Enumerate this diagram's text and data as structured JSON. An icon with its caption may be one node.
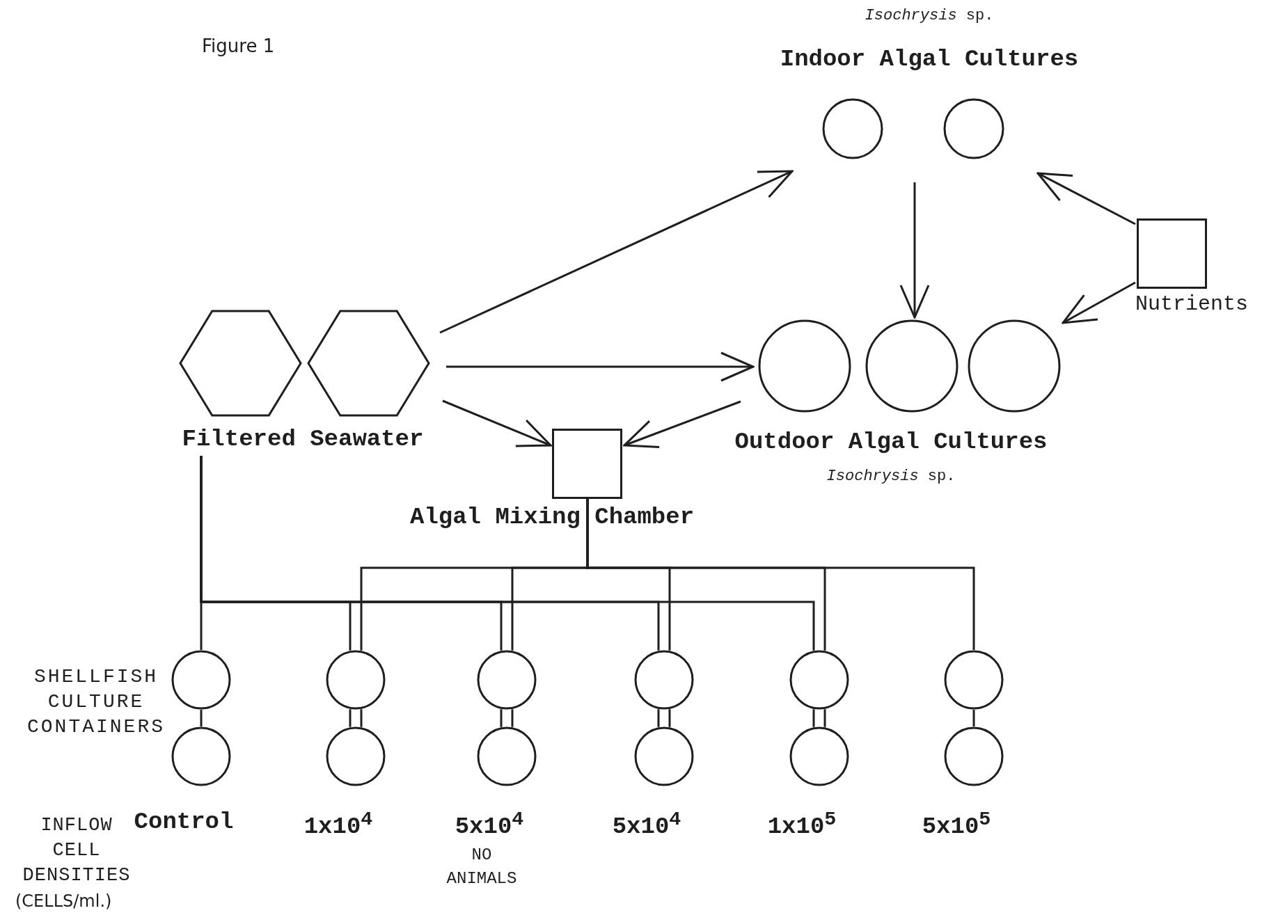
{
  "diagram": {
    "nodes": [
      {
        "text": [
          "Filtered Seawater"
        ]
      },
      {
        "text": [],
        "shape": "hexagon",
        "in": 0
      },
      {
        "text": [],
        "shape": "hexagon",
        "in": 0
      },
      {
        "text": [
          "*Isochrysis* sp.",
          "Indoor Algal Cultures"
        ]
      },
      {
        "text": [],
        "shape": "circle",
        "in": 3
      },
      {
        "text": [],
        "shape": "circle",
        "in": 3
      },
      {
        "text": [
          "Outdoor Algal Cultures",
          "*Isochrysis* sp."
        ]
      },
      {
        "text": [],
        "shape": "circle",
        "in": 6
      },
      {
        "text": [],
        "shape": "circle",
        "in": 6
      },
      {
        "text": [],
        "shape": "circle",
        "in": 6
      },
      {
        "text": [
          "Nutrients"
        ]
      },
      {
        "text": [
          "Algal Mixing Chamber"
        ]
      },
      {
        "text": [],
        "shape": "circle"
      },
      {
        "text": [],
        "shape": "circle"
      },
      {
        "text": [],
        "shape": "circle"
      },
      {
        "text": [],
        "shape": "circle"
      },
      {
        "text": [],
        "shape": "circle"
      },
      {
        "text": [],
        "shape": "circle"
      },
      {
        "text": [],
        "shape": "circle",
        "beside": [
          "Control"
        ]
      },
      {
        "text": [],
        "shape": "circle",
        "beside": [
          "1x10$^{4}$"
        ]
      },
      {
        "text": [],
        "shape": "circle",
        "beside": [
          "5x10$^{4}$",
          "NO ANIMALS"
        ]
      },
      {
        "text": [],
        "shape": "circle",
        "beside": [
          "5x10$^{4}$"
        ]
      },
      {
        "text": [],
        "shape": "circle",
        "beside": [
          "1x10$^{5}$"
        ]
      },
      {
        "text": [],
        "shape": "circle",
        "beside": [
          "5x10$^{5}$"
        ]
      }
    ],
    "edges": [
      {
        "from": 0,
        "to": 3,
        "arrow": "to"
      },
      {
        "from": 0,
        "to": 6,
        "arrow": "to"
      },
      {
        "from": 0,
        "to": 11,
        "arrow": "to"
      },
      {
        "from": 6,
        "to": 11,
        "arrow": "to"
      },
      {
        "from": 3,
        "to": 6,
        "arrow": "to"
      },
      {
        "from": 10,
        "to": 3,
        "arrow": "to"
      },
      {
        "from": 10,
        "to": 6,
        "arrow": "to"
      },
      {
        "from": 0,
        "to": 12,
        "arrow": "none"
      },
      {
        "from": 0,
        "to": 13,
        "arrow": "none"
      },
      {
        "from": 0,
        "to": 14,
        "arrow": "none"
      },
      {
        "from": 0,
        "to": 15,
        "arrow": "none"
      },
      {
        "from": 0,
        "to": 16,
        "arrow": "none"
      },
      {
        "from": 11,
        "to": 13,
        "arrow": "none"
      },
      {
        "from": 11,
        "to": 14,
        "arrow": "none"
      },
      {
        "from": 11,
        "to": 15,
        "arrow": "none"
      },
      {
        "from": 11,
        "to": 16,
        "arrow": "none"
      },
      {
        "from": 11,
        "to": 17,
        "arrow": "none"
      },
      {
        "from": 12,
        "to": 18,
        "arrow": "none"
      },
      {
        "from": 13,
        "to": 19,
        "arrow": "none"
      },
      {
        "from": 13,
        "to": 19,
        "arrow": "none"
      },
      {
        "from": 14,
        "to": 20,
        "arrow": "none"
      },
      {
        "from": 14,
        "to": 20,
        "arrow": "none"
      },
      {
        "from": 15,
        "to": 21,
        "arrow": "none"
      },
      {
        "from": 15,
        "to": 21,
        "arrow": "none"
      },
      {
        "from": 16,
        "to": 22,
        "arrow": "none"
      },
      {
        "from": 16,
        "to": 22,
        "arrow": "none"
      },
      {
        "from": 17,
        "to": 23,
        "arrow": "none"
      }
    ],
    "labels": [
      "Figure 1",
      "SHELLFISH CULTURE CONTAINERS",
      "INFLOW CELL DENSITIES",
      "(CELLS/ml.)"
    ]
  }
}
